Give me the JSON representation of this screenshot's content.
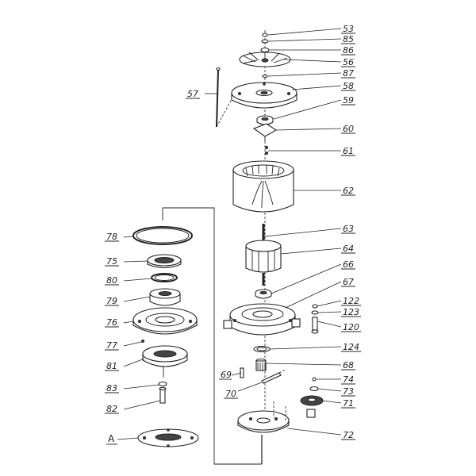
{
  "callouts": {
    "c53": "53",
    "c85": "85",
    "c86": "86",
    "c56": "56",
    "c87": "87",
    "c57": "57",
    "c58": "58",
    "c59": "59",
    "c60": "60",
    "c61": "61",
    "c62": "62",
    "c63": "63",
    "c64": "64",
    "c66": "66",
    "c67": "67",
    "c122": "122",
    "c123": "123",
    "c120": "120",
    "c124": "124",
    "c68": "68",
    "c69": "69",
    "c70": "70",
    "c74": "74",
    "c73": "73",
    "c71": "71",
    "c72": "72",
    "c78": "78",
    "c75": "75",
    "c80": "80",
    "c79": "79",
    "c76": "76",
    "c77": "77",
    "c81": "81",
    "c83": "83",
    "c82": "82",
    "cA": "A"
  }
}
